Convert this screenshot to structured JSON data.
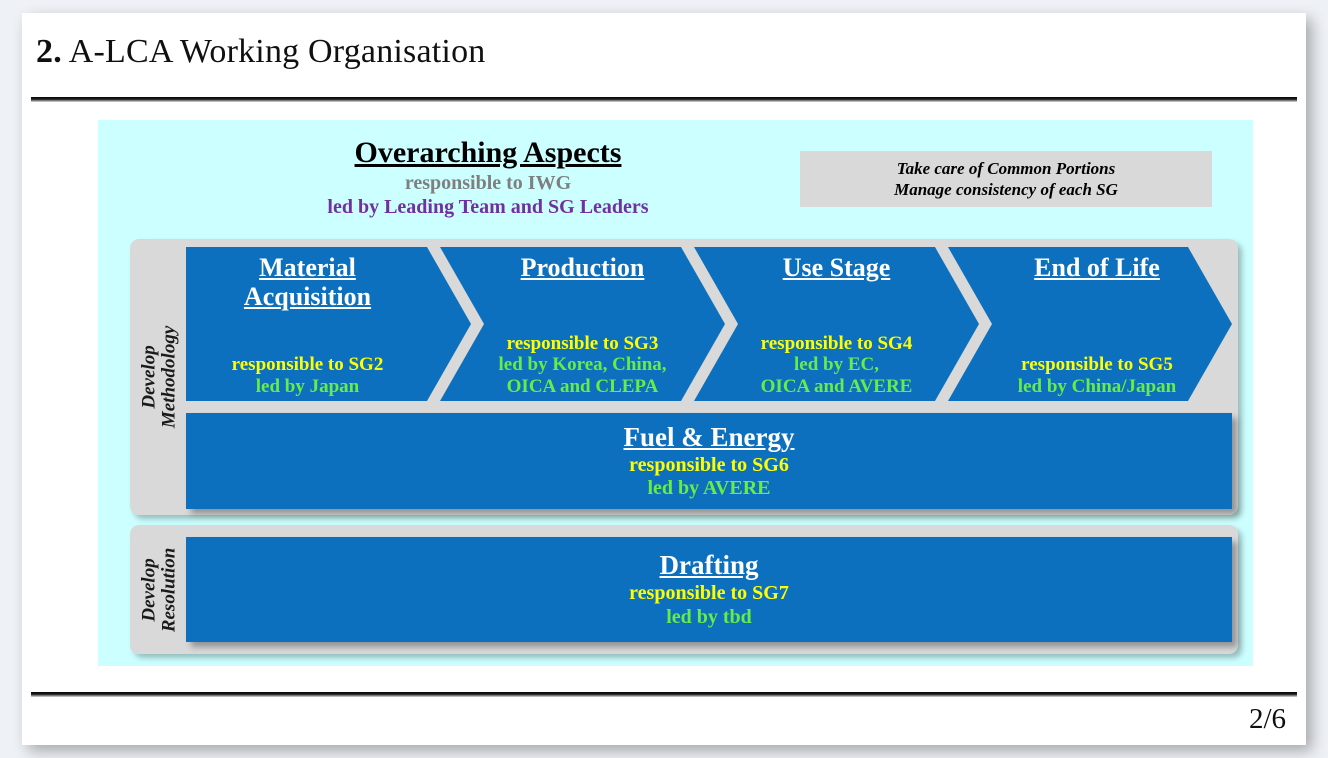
{
  "slide": {
    "title_number": "2.",
    "title_text": "A-LCA Working Organisation",
    "page_number": "2/6",
    "colors": {
      "chevron_blue": "#0d70bf",
      "panel_gray": "#d9d9d9",
      "canvas_cyan": "#ccffff",
      "responsible_yellow": "#ffff00",
      "led_green": "#66ee44",
      "led_purple": "#7030a0",
      "responsible_gray": "#7f7f7f"
    }
  },
  "overarching": {
    "title": "Overarching Aspects",
    "responsible": "responsible to IWG",
    "led_by": "led by Leading Team and SG Leaders"
  },
  "note_box": {
    "line1": "Take care of Common Portions",
    "line2": "Manage consistency of each SG"
  },
  "groups": [
    {
      "side_label_line1": "Develop",
      "side_label_line2": "Methodology"
    },
    {
      "side_label_line1": "Develop",
      "side_label_line2": "Resolution"
    }
  ],
  "chevrons": [
    {
      "title": "Material Acquisition",
      "title_line1": "Material",
      "title_line2": "Acquisition",
      "responsible": "responsible to SG2",
      "led_by_lines": [
        "led by Japan"
      ]
    },
    {
      "title": "Production",
      "title_line1": "Production",
      "title_line2": "",
      "responsible": "responsible to SG3",
      "led_by_lines": [
        "led by Korea, China,",
        "OICA and CLEPA"
      ]
    },
    {
      "title": "Use Stage",
      "title_line1": "Use Stage",
      "title_line2": "",
      "responsible": "responsible to SG4",
      "led_by_lines": [
        "led by EC,",
        "OICA and AVERE"
      ]
    },
    {
      "title": "End of Life",
      "title_line1": "End of Life",
      "title_line2": "",
      "responsible": "responsible to SG5",
      "led_by_lines": [
        "led by China/Japan"
      ]
    }
  ],
  "bars": [
    {
      "title": "Fuel & Energy",
      "responsible": "responsible to SG6",
      "led_by": "led by AVERE"
    },
    {
      "title": "Drafting",
      "responsible": "responsible to SG7",
      "led_by": "led by tbd"
    }
  ]
}
